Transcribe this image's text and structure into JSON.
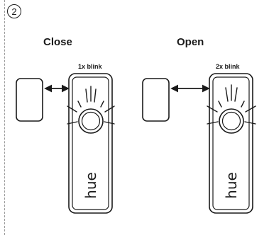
{
  "step": {
    "number": "2"
  },
  "close": {
    "title": "Close",
    "blink_label": "1x blink",
    "brand": "hue"
  },
  "open": {
    "title": "Open",
    "blink_label": "2x blink",
    "brand": "hue"
  },
  "colors": {
    "stroke": "#1a1a1a",
    "border": "#9a9a9a"
  }
}
